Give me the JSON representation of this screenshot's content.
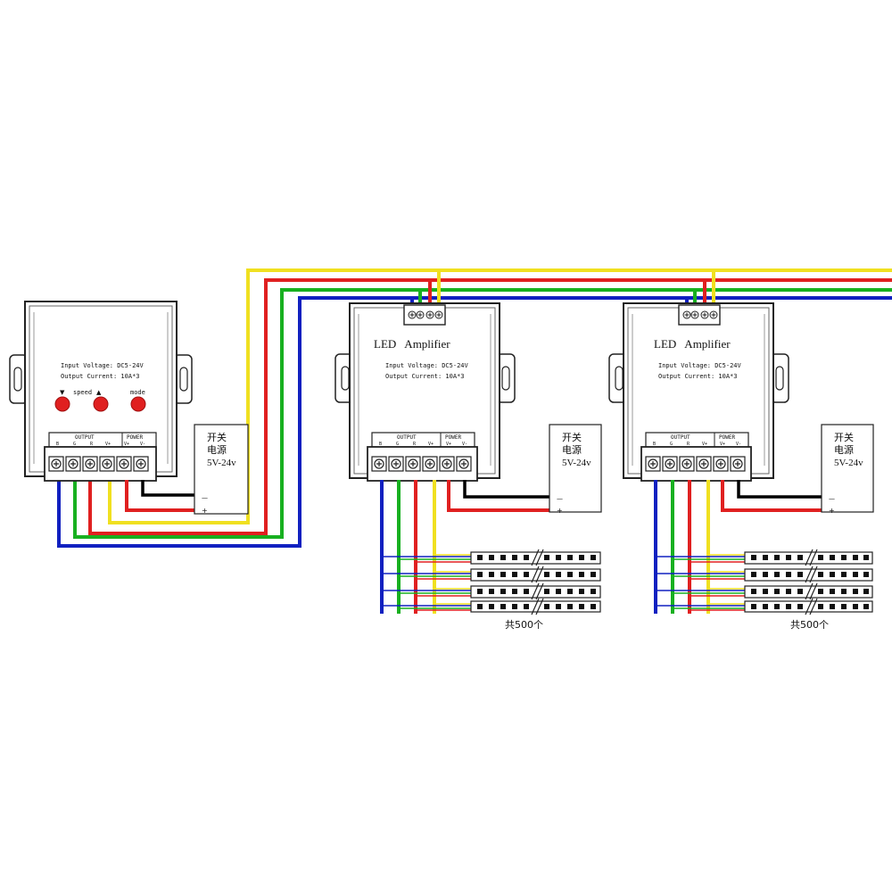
{
  "controller": {
    "input_voltage": "Input Voltage:  DC5-24V",
    "output_current": "Output Current:  10A*3",
    "btn_down_label": "▼",
    "btn_speed_label": "speed",
    "btn_up_label": "▲",
    "btn_mode_label": "mode",
    "output_label": "OUTPUT",
    "power_label": "POWER",
    "terminal_labels": [
      "B",
      "G",
      "R",
      "V+",
      "V+",
      "V-"
    ]
  },
  "amplifier": {
    "title": "LED   Amplifier",
    "input_voltage": "Input Voltage:  DC5-24V",
    "output_current": "Output Current:  10A*3",
    "output_label": "OUTPUT",
    "power_label": "POWER",
    "terminal_labels": [
      "B",
      "G",
      "R",
      "V+",
      "V+",
      "V-"
    ]
  },
  "power_supply": {
    "line1": "开关",
    "line2": "电源",
    "line3": "5V-24v",
    "minus": "—",
    "plus": "+"
  },
  "strip": {
    "count_label": "共500个"
  },
  "colors": {
    "red": "#e02020",
    "green": "#18b020",
    "blue": "#1020c0",
    "yellow": "#f0e020",
    "black": "#000000"
  }
}
